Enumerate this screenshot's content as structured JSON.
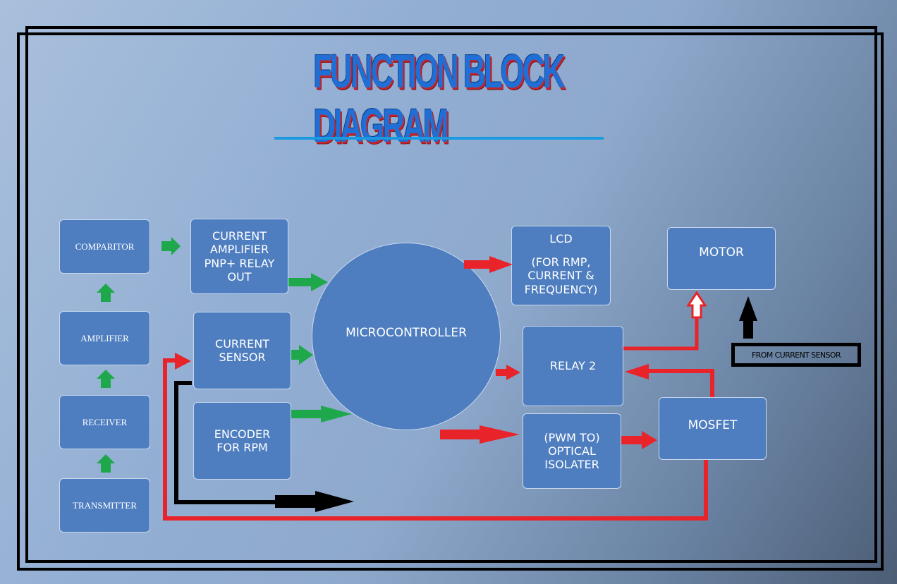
{
  "title": "FUNCTION BLOCK DIAGRAM",
  "blocks": {
    "comparitor": "COMPARITOR",
    "amplifier": "AMPLIFIER",
    "receiver": "RECEIVER",
    "transmitter": "TRANSMITTER",
    "current_amplifier": [
      "CURRENT",
      "AMPLIFIER",
      "PNP+ RELAY",
      "OUT"
    ],
    "current_sensor": [
      "CURRENT",
      "SENSOR"
    ],
    "encoder": [
      "ENCODER",
      "FOR RPM"
    ],
    "microcontroller": "MICROCONTROLLER",
    "lcd": [
      "LCD",
      "(FOR RMP,",
      "CURRENT &",
      "FREQUENCY)"
    ],
    "motor": "MOTOR",
    "relay2": "RELAY 2",
    "optical_isolater": [
      "(PWM TO)",
      "OPTICAL",
      "ISOLATER"
    ],
    "mosfet": "MOSFET"
  },
  "note": "FROM CURRENT SENSOR",
  "colors": {
    "block_fill": "#4e7ec0",
    "arrow_green": "#1fa84b",
    "arrow_red": "#e8232a",
    "arrow_black": "#000000",
    "title_blue": "#1f6fd6",
    "title_rule": "#1a9ae0"
  }
}
